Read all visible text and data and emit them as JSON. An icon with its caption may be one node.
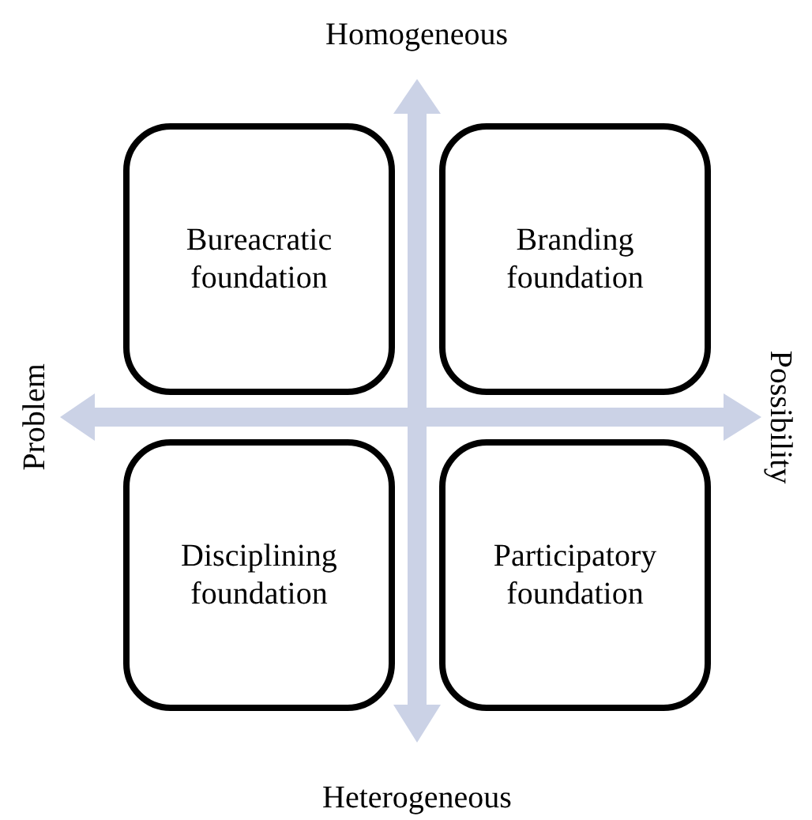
{
  "diagram": {
    "nodes": [
      {
        "text": [
          "Bureacratic foundation"
        ]
      },
      {
        "text": [
          "Branding foundation"
        ]
      },
      {
        "text": [
          "Disciplining foundation"
        ]
      },
      {
        "text": [
          "Participatory foundation"
        ]
      }
    ],
    "labels": [
      "Homogeneous",
      "Problem",
      "Possibility",
      "Heterogeneous"
    ]
  }
}
